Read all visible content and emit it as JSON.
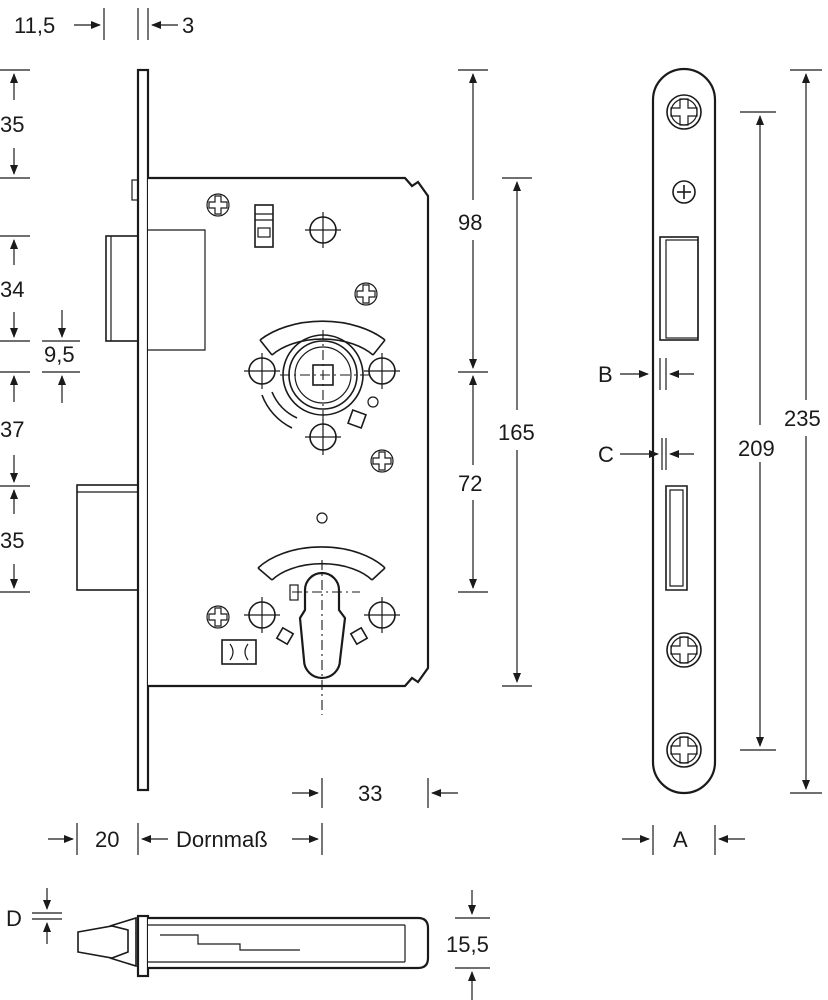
{
  "drawing": {
    "dimensions": {
      "faceplate_offset": "11,5",
      "faceplate_thickness": "3",
      "top_to_case": "35",
      "latch_height": "34",
      "gap_9_5": "9,5",
      "latch_to_bolt": "37",
      "bolt_height": "35",
      "upper_98": "98",
      "lower_72": "72",
      "case_height": "165",
      "case_right_33": "33",
      "front_20": "20",
      "dornmass_label": "Dornmaß",
      "faceplate_length_inner": "209",
      "faceplate_length_total": "235",
      "label_b": "B",
      "label_c": "C",
      "label_a": "A",
      "label_d": "D",
      "depth_15_5": "15,5"
    }
  },
  "colors": {
    "line": "#1a1a1a",
    "background": "#ffffff"
  }
}
